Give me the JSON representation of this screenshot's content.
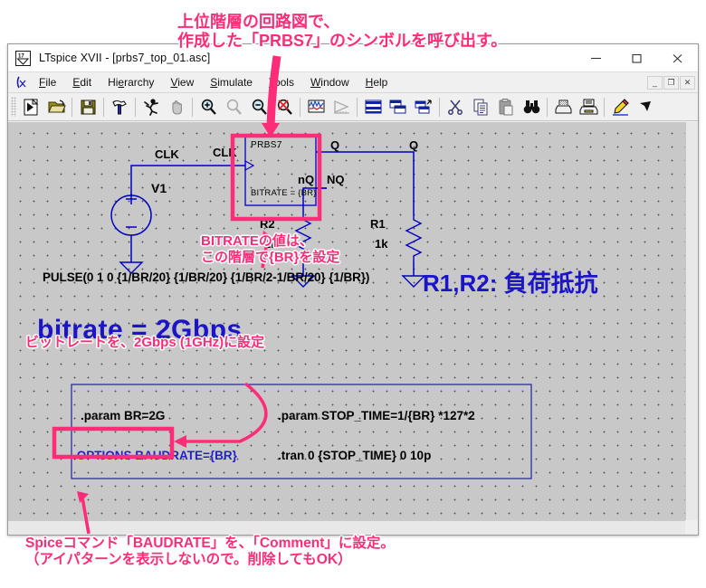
{
  "window": {
    "title": "LTspice XVII - [prbs7_top_01.asc]",
    "app_icon": "ltspice-icon",
    "controls": {
      "minimize": "–",
      "maximize": "□",
      "close": "✕"
    },
    "mdi_controls": {
      "minimize": "_",
      "restore": "❐",
      "close": "✕"
    }
  },
  "menubar": {
    "logo_icon": "ltspice-lambda-icon",
    "items": [
      {
        "label": "File",
        "mnemonic": "F"
      },
      {
        "label": "Edit",
        "mnemonic": "E"
      },
      {
        "label": "Hierarchy",
        "mnemonic": "e"
      },
      {
        "label": "View",
        "mnemonic": "V"
      },
      {
        "label": "Simulate",
        "mnemonic": "S"
      },
      {
        "label": "Tools",
        "mnemonic": "T"
      },
      {
        "label": "Window",
        "mnemonic": "W"
      },
      {
        "label": "Help",
        "mnemonic": "H"
      }
    ]
  },
  "toolbar": {
    "buttons": [
      {
        "name": "run-button",
        "icon": "run-play-icon"
      },
      {
        "name": "open-button",
        "icon": "open-folder-icon"
      },
      {
        "name": "save-button",
        "icon": "save-floppy-icon"
      },
      {
        "name": "settings-button",
        "icon": "hammer-icon"
      },
      {
        "name": "stop-button",
        "icon": "running-man-icon"
      },
      {
        "name": "pan-button",
        "icon": "hand-icon"
      },
      {
        "name": "zoom-in-button",
        "icon": "zoom-in-magnifier-icon"
      },
      {
        "name": "zoom-area-button",
        "icon": "zoom-area-magnifier-icon"
      },
      {
        "name": "zoom-out-button",
        "icon": "zoom-out-magnifier-icon"
      },
      {
        "name": "zoom-full-button",
        "icon": "zoom-cancel-icon"
      },
      {
        "name": "waveform-button",
        "icon": "waveform-plot-icon"
      },
      {
        "name": "fft-button",
        "icon": "fft-plot-icon"
      },
      {
        "name": "spice-directive-button",
        "icon": "spice-directive-icon"
      },
      {
        "name": "tile-windows-button",
        "icon": "tile-windows-icon"
      },
      {
        "name": "cascade-windows-button",
        "icon": "cascade-windows-icon"
      },
      {
        "name": "cut-button",
        "icon": "scissors-icon"
      },
      {
        "name": "copy-button",
        "icon": "copy-pages-icon"
      },
      {
        "name": "paste-button",
        "icon": "paste-clipboard-icon"
      },
      {
        "name": "find-button",
        "icon": "binoculars-icon"
      },
      {
        "name": "print-preview-button",
        "icon": "print-preview-icon"
      },
      {
        "name": "print-button",
        "icon": "printer-icon"
      },
      {
        "name": "draw-button",
        "icon": "pencil-icon"
      },
      {
        "name": "cursor-button",
        "icon": "arrow-cursor-icon"
      }
    ]
  },
  "schematic": {
    "symbol": {
      "name_label": "PRBS7",
      "param_label": "BITRATE = {BR}"
    },
    "labels": {
      "clk_left": "CLK",
      "clk_right": "CLK",
      "q_pin": "Q",
      "nq_pin": "NQ",
      "q_net": "Q",
      "nq_net": "nQ",
      "v1": "V1",
      "r2_name": "R2",
      "r2_value": "1k",
      "r1_name": "R1",
      "r1_value": "1k"
    },
    "pulse_directive": "PULSE(0 1 0 {1/BR/20} {1/BR/20} {1/BR/2-1/BR/20} {1/BR})",
    "load_note": "R1,R2: 負荷抵抗",
    "bitrate_note": "bitrate = 2Gbps",
    "directives": {
      "param_br": ".param BR=2G",
      "options_baudrate": ".OPTIONS BAUDRATE={BR}",
      "param_stop_time": ".param STOP_TIME=1/{BR} *127*2",
      "tran": ".tran 0 {STOP_TIME} 0 10p"
    }
  },
  "annotations": {
    "top": "上位階層の回路図で、\n作成した「PRBS7」のシンボルを呼び出す。",
    "bitrate_symbol": "BITRATEの値は、\nこの階層で{BR}を設定",
    "bitrate_set": "ビットレートを、2Gbps (1GHz)に設定",
    "bottom": "Spiceコマンド「BAUDRATE」を、「Comment」に設定。\n（アイパターンを表示しないので。削除してもOK）"
  },
  "colors": {
    "accent_pink": "#ff2d78",
    "wire_blue": "#0000c0",
    "note_blue": "#1b14c8",
    "canvas_bg": "#c8c8c8"
  }
}
